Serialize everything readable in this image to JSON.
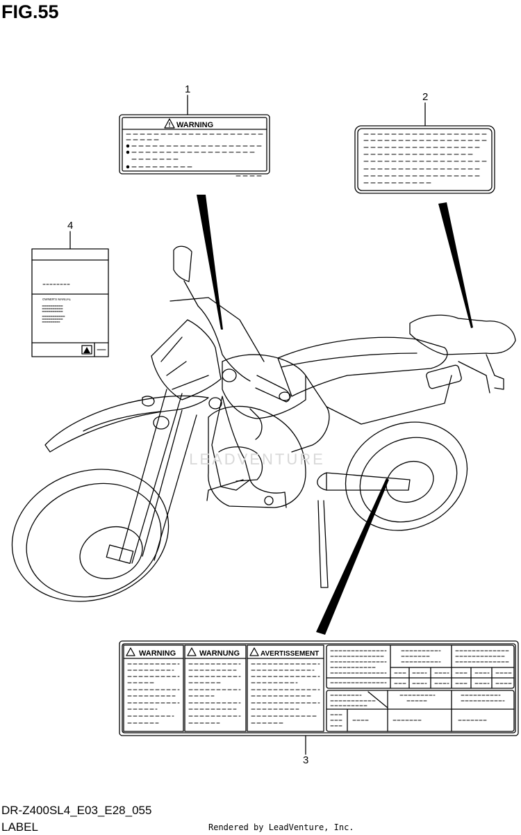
{
  "figure": {
    "title": "FIG.55",
    "code": "DR-Z400SL4_E03_E28_055",
    "name": "LABEL",
    "rendered_by": "Rendered by LeadVenture, Inc.",
    "watermark": "LEADVENTURE"
  },
  "callouts": [
    "1",
    "2",
    "3",
    "4"
  ],
  "labels": {
    "warning_1": {
      "heading": "WARNING"
    },
    "combined_3": {
      "headings": [
        "WARNING",
        "WARNUNG",
        "AVERTISSEMENT"
      ]
    },
    "manual_4": {
      "text": "OWNER'S MANUAL"
    }
  }
}
